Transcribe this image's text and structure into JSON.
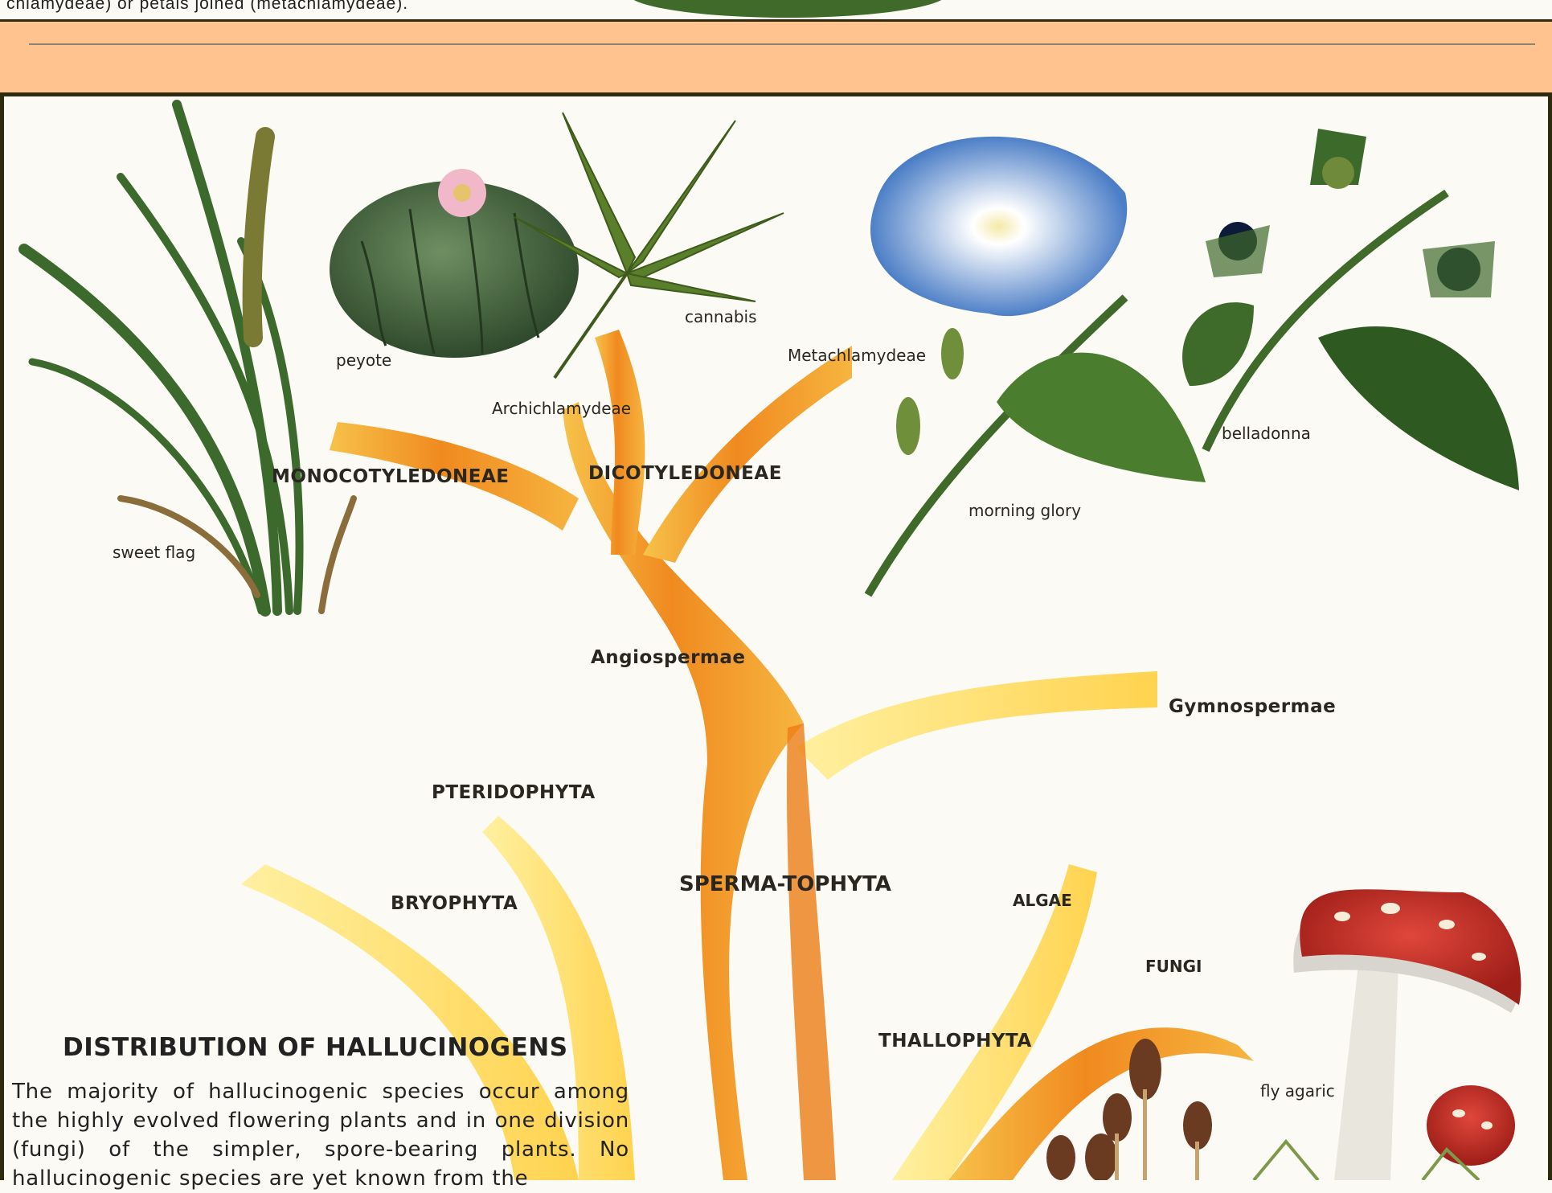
{
  "top": {
    "cut_text": "chlamydeae) or petals joined (metachlamydeae)."
  },
  "labels": {
    "sweet_flag": "sweet flag",
    "peyote": "peyote",
    "cannabis": "cannabis",
    "archichlamydeae": "Archichlamydeae",
    "metachlamydeae": "Metachlamydeae",
    "monocot": "MONOCOTYLEDONEAE",
    "dicot": "DICOTYLEDONEAE",
    "morning_glory": "morning glory",
    "belladonna": "belladonna",
    "angiospermae": "Angiospermae",
    "gymnospermae": "Gymnospermae",
    "pteridophyta": "PTERIDOPHYTA",
    "bryophyta": "BRYOPHYTA",
    "spermatophyta": "SPERMA-TOPHYTA",
    "algae": "ALGAE",
    "fungi": "FUNGI",
    "thallophyta": "THALLOPHYTA",
    "fly_agaric": "fly agaric"
  },
  "caption": {
    "title": "DISTRIBUTION OF HALLUCINOGENS",
    "body": "The majority of hallucinogenic species occur among the highly evolved flowering plants and in one division (fungi) of the simpler, spore-bearing plants. No hallucinogenic species are yet known from the"
  },
  "colors": {
    "band": "#ffc38f",
    "frame": "#2d2a0e",
    "trunk": "#f39b2a",
    "branch_light": "#ffe37a",
    "leaf": "#3f6a2a"
  }
}
